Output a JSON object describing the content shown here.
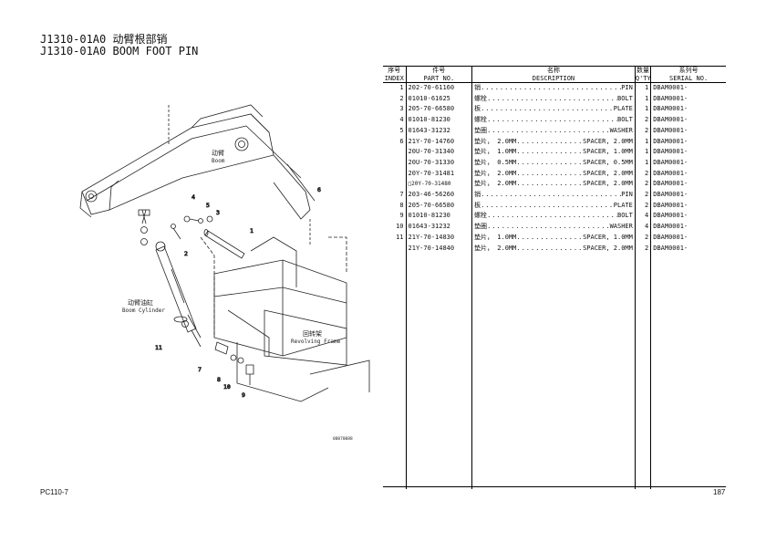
{
  "title": {
    "line1": "J1310-01A0 动臂根部销",
    "line2": "J1310-01A0 BOOM FOOT PIN"
  },
  "diagram": {
    "label_boom_cn": "动臂",
    "label_boom_en": "Boom",
    "label_cylinder_cn": "动臂油缸",
    "label_cylinder_en": "Boom Cylinder",
    "label_frame_cn": "回转架",
    "label_frame_en": "Revolving Frame",
    "ref_code": "00070088",
    "callouts": [
      "1",
      "2",
      "3",
      "4",
      "5",
      "6",
      "7",
      "8",
      "9",
      "10",
      "11"
    ]
  },
  "table": {
    "headers": {
      "index_cn": "序号",
      "index_en": "INDEX",
      "part_cn": "件号",
      "part_en": "PART NO.",
      "desc_cn": "名称",
      "desc_en": "DESCRIPTION",
      "qty_cn": "数量",
      "qty_en": "Q'TY",
      "serial_cn": "系列号",
      "serial_en": "SERIAL NO."
    },
    "rows": [
      {
        "index": "1",
        "part": "202-70-61160",
        "jp": "销",
        "en": "PIN",
        "qty": "1",
        "serial": "DBAM0001-"
      },
      {
        "index": "2",
        "part": "01010-61625",
        "jp": "螺栓",
        "en": "BOLT",
        "qty": "1",
        "serial": "DBAM0001-"
      },
      {
        "index": "3",
        "part": "205-70-66580",
        "jp": "板",
        "en": "PLATE",
        "qty": "1",
        "serial": "DBAM0001-"
      },
      {
        "index": "4",
        "part": "01010-81230",
        "jp": "螺栓",
        "en": "BOLT",
        "qty": "2",
        "serial": "DBAM0001-"
      },
      {
        "index": "5",
        "part": "01643-31232",
        "jp": "垫圈",
        "en": "WASHER",
        "qty": "2",
        "serial": "DBAM0001-"
      },
      {
        "index": "6",
        "part": "21Y-70-14760",
        "jp": "垫片， 2.0MM",
        "en": "SPACER, 2.0MM",
        "qty": "1",
        "serial": "DBAM0001-"
      },
      {
        "index": "",
        "part": "20U-70-31340",
        "jp": "垫片， 1.0MM",
        "en": "SPACER, 1.0MM",
        "qty": "1",
        "serial": "DBAM0001-"
      },
      {
        "index": "",
        "part": "20U-70-31330",
        "jp": "垫片， 0.5MM",
        "en": "SPACER, 0.5MM",
        "qty": "1",
        "serial": "DBAM0001-"
      },
      {
        "index": "",
        "part": "20Y-70-31481",
        "jp": "垫片， 2.0MM",
        "en": "SPACER, 2.0MM",
        "qty": "2",
        "serial": "DBAM0001-"
      },
      {
        "index": "",
        "part": "□20Y-70-31480",
        "jp": "垫片， 2.0MM",
        "en": "SPACER, 2.0MM",
        "qty": "2",
        "serial": "DBAM0001-",
        "small": true
      },
      {
        "index": "7",
        "part": "203-46-56260",
        "jp": "销",
        "en": "PIN",
        "qty": "2",
        "serial": "DBAM0001-"
      },
      {
        "index": "8",
        "part": "205-70-66580",
        "jp": "板",
        "en": "PLATE",
        "qty": "2",
        "serial": "DBAM0001-"
      },
      {
        "index": "9",
        "part": "01010-81230",
        "jp": "螺栓",
        "en": "BOLT",
        "qty": "4",
        "serial": "DBAM0001-"
      },
      {
        "index": "10",
        "part": "01643-31232",
        "jp": "垫圈",
        "en": "WASHER",
        "qty": "4",
        "serial": "DBAM0001-"
      },
      {
        "index": "11",
        "part": "21Y-70-14830",
        "jp": "垫片， 1.0MM",
        "en": "SPACER, 1.0MM",
        "qty": "2",
        "serial": "DBAM0001-"
      },
      {
        "index": "",
        "part": "21Y-70-14840",
        "jp": "垫片， 2.0MM",
        "en": "SPACER, 2.0MM",
        "qty": "2",
        "serial": "DBAM0001-"
      }
    ]
  },
  "footer": {
    "model": "PC110-7",
    "page": "187"
  }
}
